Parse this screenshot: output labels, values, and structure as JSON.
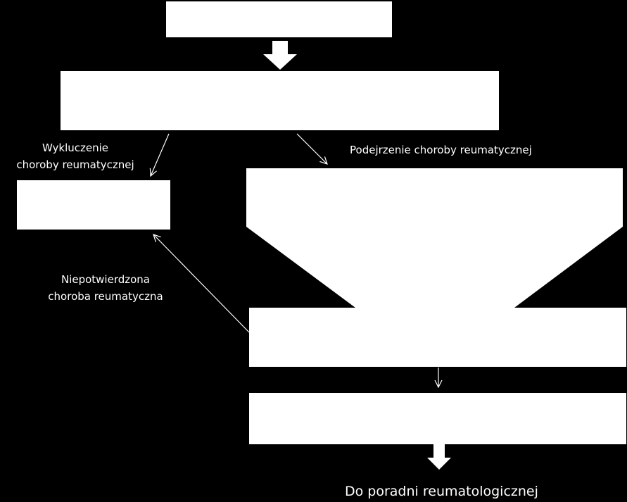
{
  "diagram": {
    "labels": {
      "exclusion_line1": "Wykluczenie",
      "exclusion_line2": "choroby reumatycznej",
      "suspicion": "Podejrzenie choroby reumatycznej",
      "not_confirmed_line1": "Niepotwierdzona",
      "not_confirmed_line2": "choroba reumatyczna",
      "referral": "Do poradni reumatologicznej"
    },
    "colors": {
      "background": "#000000",
      "box_fill": "#ffffff",
      "text": "#ffffff",
      "line": "#ffffff"
    }
  }
}
